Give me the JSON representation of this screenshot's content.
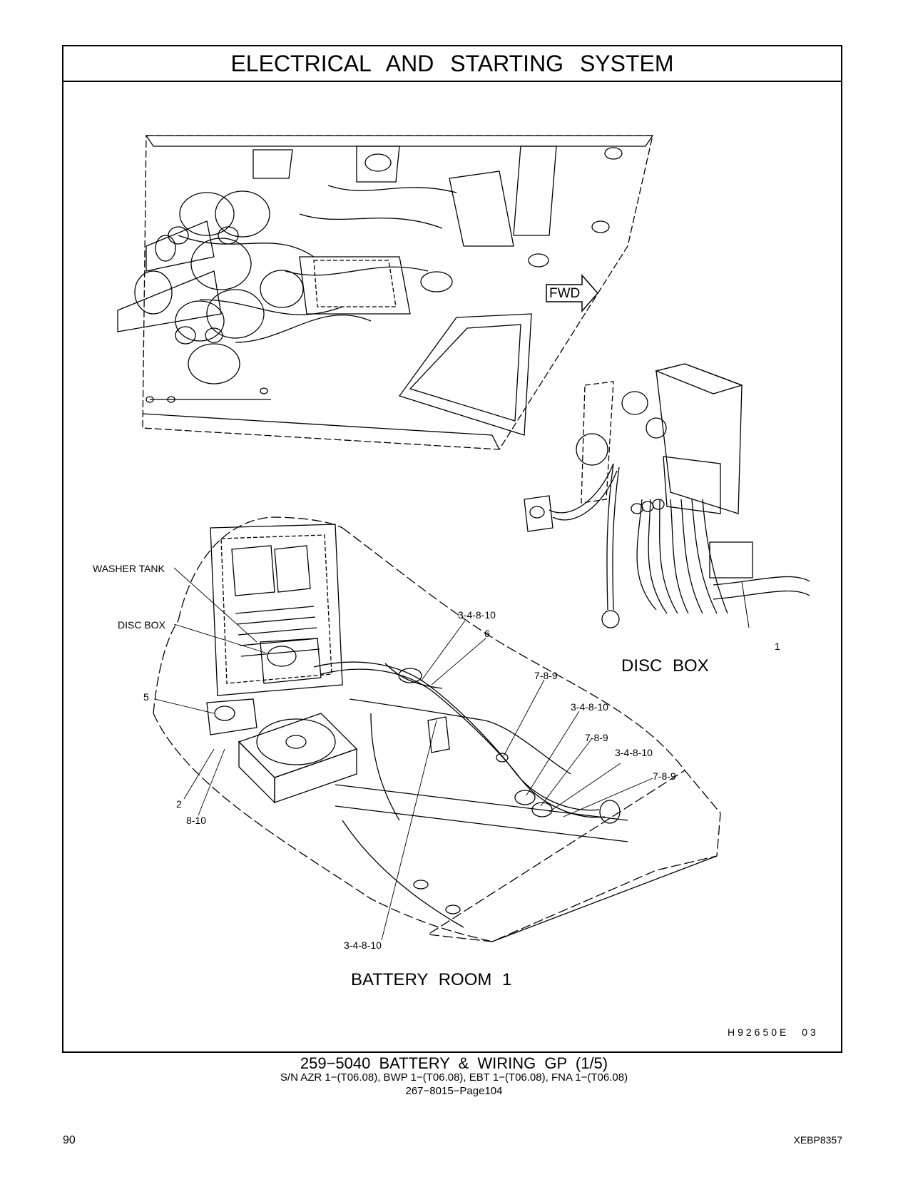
{
  "header": {
    "title": "ELECTRICAL AND STARTING SYSTEM"
  },
  "illustration": {
    "fwd_label": "FWD",
    "views": {
      "disc_box_title": "DISC BOX",
      "battery_room_title": "BATTERY ROOM 1"
    },
    "callouts": {
      "washer_tank": "WASHER TANK",
      "disc_box": "DISC BOX",
      "c_5": "5",
      "c_2": "2",
      "c_8_10": "8-10",
      "c_3_4_8_10_a": "3-4-8-10",
      "c_6": "6",
      "c_7_8_9_a": "7-8-9",
      "c_3_4_8_10_b": "3-4-8-10",
      "c_7_8_9_b": "7-8-9",
      "c_3_4_8_10_c": "3-4-8-10",
      "c_7_8_9_c": "7-8-9",
      "c_3_4_8_10_d": "3-4-8-10",
      "c_1": "1"
    },
    "figure_id": "H92650E 03"
  },
  "caption": {
    "title": "259−5040 BATTERY & WIRING GP (1/5)",
    "serial_numbers": "S/N AZR 1−(T06.08), BWP 1−(T06.08), EBT 1−(T06.08), FNA 1−(T06.08)",
    "page_ref": "267−8015−Page104"
  },
  "footer": {
    "page_number": "90",
    "document_code": "XEBP8357"
  }
}
